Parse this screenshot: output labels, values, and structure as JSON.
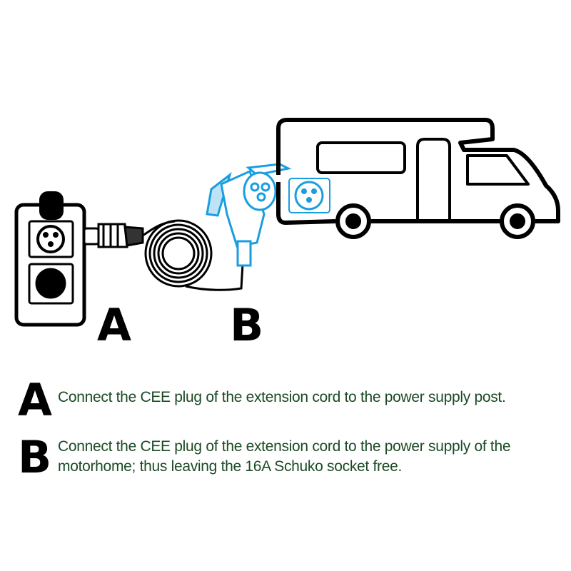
{
  "diagram": {
    "label_a": "A",
    "label_b": "B",
    "accent_color": "#1a9ee0",
    "text_color": "#1b4a24"
  },
  "instructions": [
    {
      "letter": "A",
      "text": "Connect the CEE plug of the extension cord to the power supply post."
    },
    {
      "letter": "B",
      "text": "Connect the CEE plug of the extension cord to the power supply of the motorhome; thus leaving the 16A Schuko socket free."
    }
  ]
}
